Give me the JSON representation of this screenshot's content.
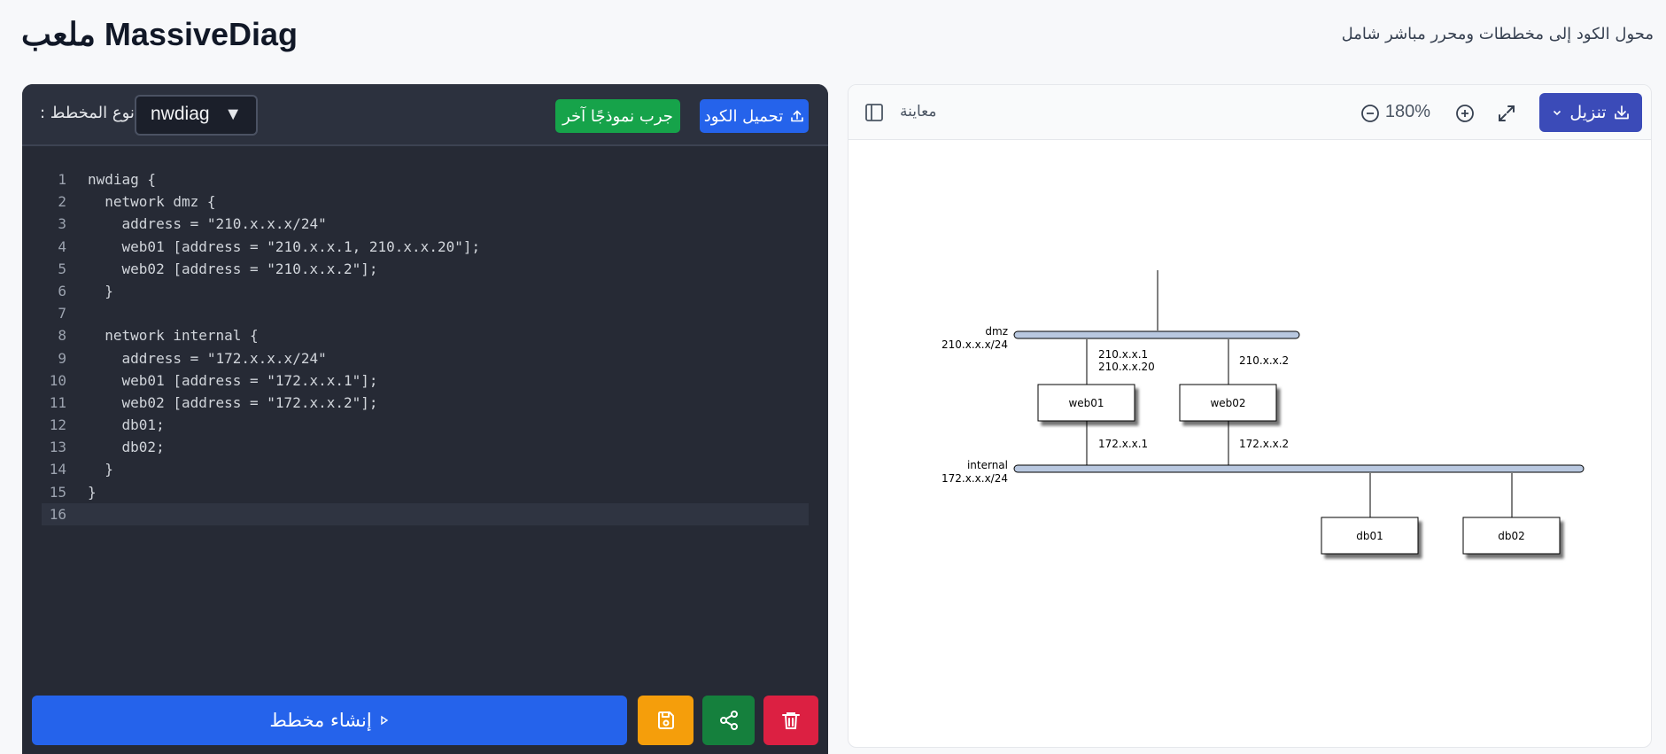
{
  "header": {
    "title": "ملعب MassiveDiag",
    "subtitle": "محول الكود إلى مخططات ومحرر مباشر شامل"
  },
  "editor": {
    "diagram_type_label": "نوع المخطط :",
    "diagram_type_value": "nwdiag",
    "try_example_label": "جرب نموذجًا آخر",
    "upload_label": "تحميل الكود",
    "generate_label": "إنشاء مخطط",
    "code_lines": [
      "nwdiag {",
      "  network dmz {",
      "    address = \"210.x.x.x/24\"",
      "    web01 [address = \"210.x.x.1, 210.x.x.20\"];",
      "    web02 [address = \"210.x.x.2\"];",
      "  }",
      "",
      "  network internal {",
      "    address = \"172.x.x.x/24\"",
      "    web01 [address = \"172.x.x.1\"];",
      "    web02 [address = \"172.x.x.2\"];",
      "    db01;",
      "    db02;",
      "  }",
      "}",
      ""
    ],
    "line_numbers": [
      "1",
      "2",
      "3",
      "4",
      "5",
      "6",
      "7",
      "8",
      "9",
      "10",
      "11",
      "12",
      "13",
      "14",
      "15",
      "16"
    ]
  },
  "preview": {
    "label": "معاينة",
    "zoom": "180%",
    "download_label": "تنزيل"
  },
  "diagram": {
    "networks": [
      {
        "name": "dmz",
        "address": "210.x.x.x/24"
      },
      {
        "name": "internal",
        "address": "172.x.x.x/24"
      }
    ],
    "nodes": [
      {
        "name": "web01",
        "dmz_address": [
          "210.x.x.1",
          "210.x.x.20"
        ],
        "internal_address": "172.x.x.1"
      },
      {
        "name": "web02",
        "dmz_address": [
          "210.x.x.2"
        ],
        "internal_address": "172.x.x.2"
      },
      {
        "name": "db01"
      },
      {
        "name": "db02"
      }
    ]
  },
  "colors": {
    "primary": "#2563eb",
    "success": "#16a34a",
    "warning": "#f59e0b",
    "share": "#15803d",
    "danger": "#dc2042",
    "download": "#3b4bb8",
    "editor_bg": "#262a35",
    "network_bar": "#b9c8e0"
  }
}
